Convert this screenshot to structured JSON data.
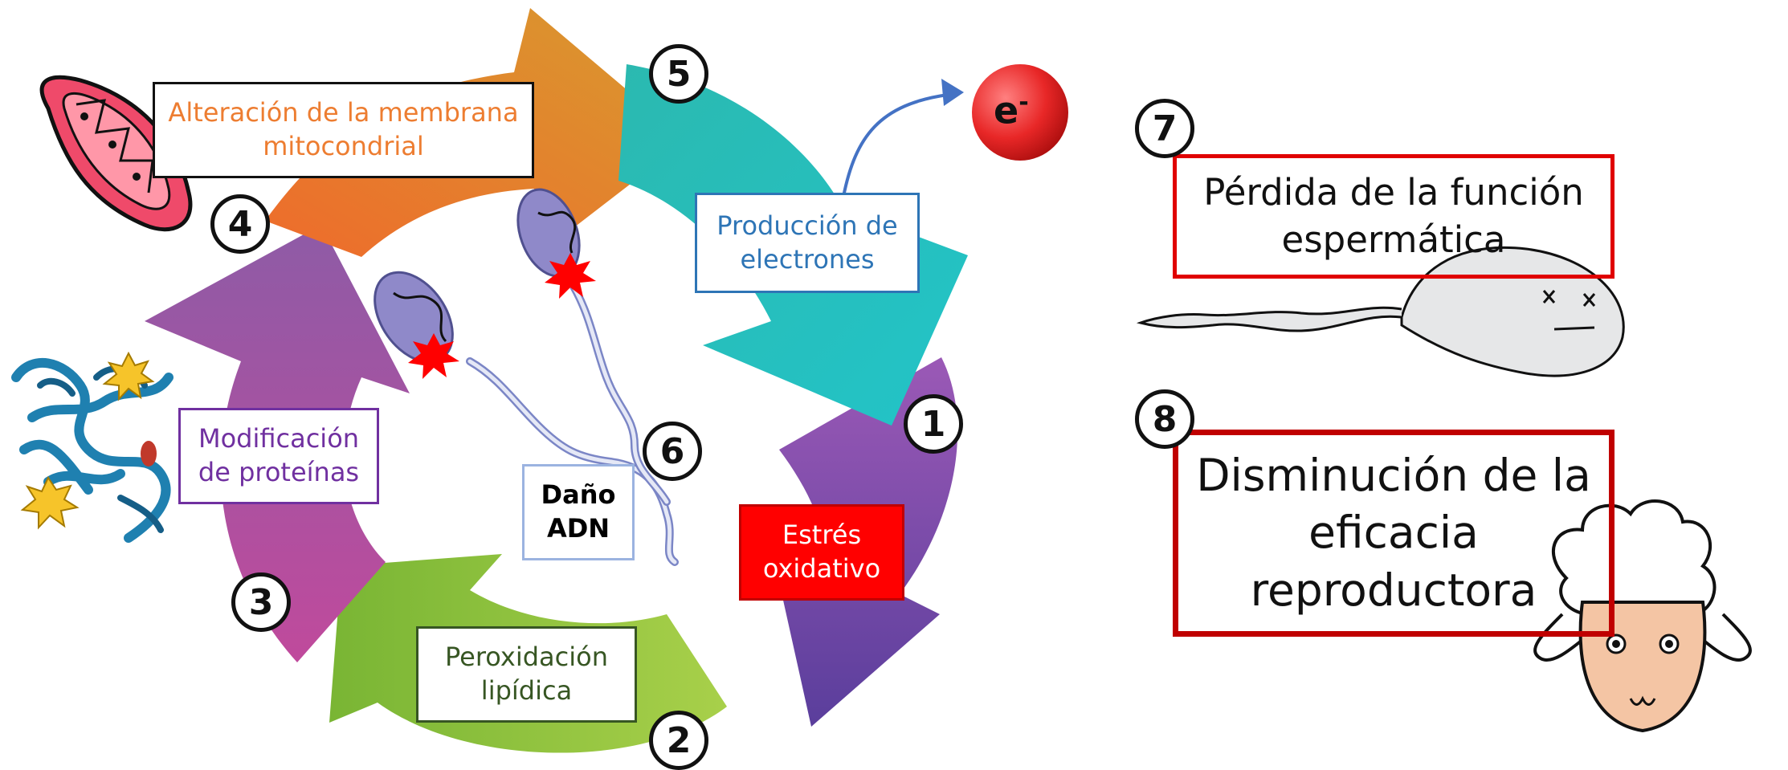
{
  "steps": [
    {
      "n": "1",
      "label": "Estrés oxidativo",
      "color": "#ff0000"
    },
    {
      "n": "2",
      "label": "Peroxidación lipídica",
      "color": "#375623"
    },
    {
      "n": "3",
      "label": "Modificación de proteínas",
      "color": "#7030a0"
    },
    {
      "n": "4",
      "label": "Alteración de la membrana mitocondrial",
      "color": "#ed7d31"
    },
    {
      "n": "5",
      "label": "Producción de electrones",
      "color": "#2e75b6"
    },
    {
      "n": "6",
      "label": "Daño ADN",
      "color": "#000000"
    },
    {
      "n": "7",
      "label": "Pérdida de la función espermática",
      "color": "#e00000"
    },
    {
      "n": "8",
      "label": "Disminución de la eficacia reproductora",
      "color": "#c00000"
    }
  ],
  "electron": {
    "symbol": "e",
    "charge": "-"
  },
  "colors": {
    "arrow_purple": "#6a50a7",
    "arrow_green": "#8fc53e",
    "arrow_magenta": "#a44ea0",
    "arrow_orange": "#e07b2c",
    "arrow_teal": "#2ab7b3"
  }
}
